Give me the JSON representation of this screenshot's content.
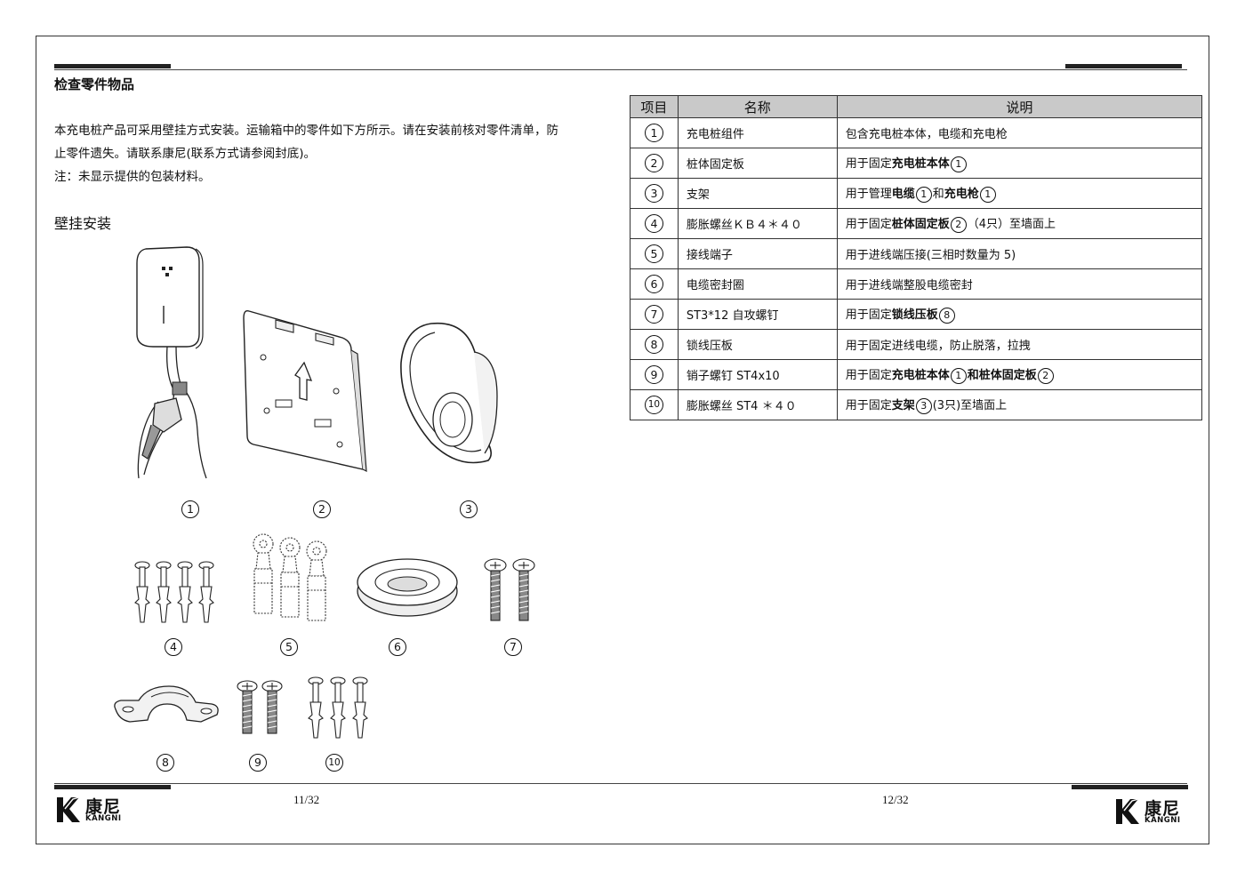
{
  "heading": "检查零件物品",
  "intro": {
    "line1": "本充电桩产品可采用壁挂方式安装。运输箱中的零件如下方所示。请在安装前核对零件清单，防",
    "line2": "止零件遗失。请联系康尼(联系方式请参阅封底)。",
    "note": "注：未显示提供的包装材料。"
  },
  "subheading": "壁挂安装",
  "figure_numbers": [
    "1",
    "2",
    "3",
    "4",
    "5",
    "6",
    "7",
    "8",
    "9",
    "10"
  ],
  "table": {
    "headers": [
      "项目",
      "名称",
      "说明"
    ],
    "rows": [
      {
        "no": "1",
        "name": "充电桩组件",
        "desc": [
          "包含充电桩本体，电缆和充电枪"
        ]
      },
      {
        "no": "2",
        "name": "桩体固定板",
        "desc": [
          "用于固定",
          "充电桩本体",
          "1"
        ]
      },
      {
        "no": "3",
        "name": "支架",
        "desc": [
          "用于管理",
          "电缆",
          "1",
          "和",
          "充电枪",
          "1"
        ]
      },
      {
        "no": "4",
        "name": "膨胀螺丝ＫＢ４＊４０",
        "desc": [
          "用于固定",
          "桩体固定板",
          "2",
          "（4只）至墙面上"
        ]
      },
      {
        "no": "5",
        "name": "接线端子",
        "desc": [
          "用于进线端压接(三相时数量为 5)"
        ]
      },
      {
        "no": "6",
        "name": "电缆密封圈",
        "desc": [
          "用于进线端整股电缆密封"
        ]
      },
      {
        "no": "7",
        "name": "ST3*12 自攻螺钉",
        "desc": [
          "用于固定",
          "锁线压板",
          "8"
        ]
      },
      {
        "no": "8",
        "name": "锁线压板",
        "desc": [
          "用于固定进线电缆，防止脱落，拉拽"
        ]
      },
      {
        "no": "9",
        "name": "销子螺钉 ST4x10",
        "desc": [
          "用于固定",
          "充电桩本体",
          "1",
          "和",
          "桩体固定板",
          "2"
        ]
      },
      {
        "no": "10",
        "name": "膨胀螺丝 ST4 ＊４０",
        "desc": [
          "用于固定",
          "支架",
          "3",
          "(3只)至墙面上"
        ]
      }
    ]
  },
  "footer": {
    "left_page": "11/32",
    "right_page": "12/32",
    "logo_cn": "康尼",
    "logo_en": "KANGNI"
  },
  "colors": {
    "table_header_bg": "#c9c9c9",
    "line": "#222222"
  }
}
